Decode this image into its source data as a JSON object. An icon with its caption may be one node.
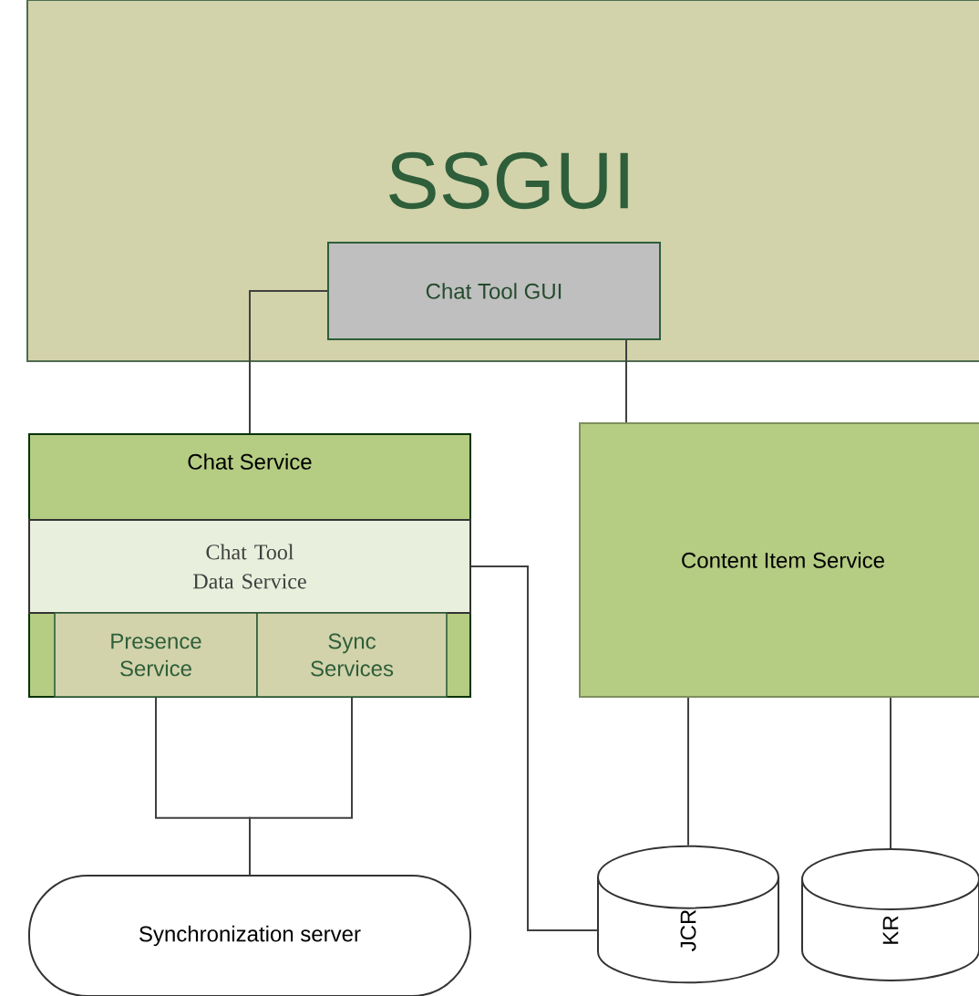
{
  "diagram": {
    "nodes": [
      {
        "text": [
          "SSGUI"
        ]
      },
      {
        "text": [
          "Chat Tool GUI"
        ],
        "in": 0
      },
      {
        "text": [
          "Chat Service"
        ]
      },
      {
        "text": [
          "Chat Tool Data Service"
        ],
        "in": 2
      },
      {
        "text": [
          "Presence Service"
        ],
        "in": 2
      },
      {
        "text": [
          "Sync Services"
        ],
        "in": 2
      },
      {
        "text": [
          "Content Item Service"
        ]
      },
      {
        "text": [
          "Synchronization server"
        ]
      },
      {
        "text": [
          "JCR"
        ]
      },
      {
        "text": [
          "KR"
        ]
      }
    ],
    "edges": [
      {
        "from": 1,
        "to": 2,
        "arrow": "none"
      },
      {
        "from": 1,
        "to": 6,
        "arrow": "none"
      },
      {
        "from": 3,
        "to": 8,
        "arrow": "none"
      },
      {
        "from": 4,
        "to": 7,
        "arrow": "none"
      },
      {
        "from": 5,
        "to": 7,
        "arrow": "none"
      },
      {
        "from": 6,
        "to": 8,
        "arrow": "none"
      },
      {
        "from": 6,
        "to": 9,
        "arrow": "none"
      }
    ]
  }
}
